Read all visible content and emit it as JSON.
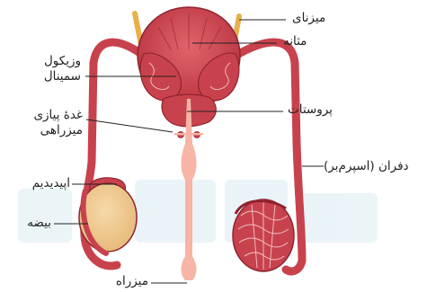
{
  "labels": {
    "ureter": "میزنای",
    "bladder": "مثانه",
    "seminal_vesicle": "وزیکول سمینال",
    "bulbourethral_gland": "غدهٔ پیازی میزراهی",
    "prostate": "پروستات",
    "epididymis": "اپیدیدیم",
    "vas_deferens": "دفران (اسپرم‌بر)",
    "testis": "بیضه",
    "urethra": "میزراه"
  },
  "colors": {
    "organ_red": "#c8424d",
    "organ_dark": "#8e2430",
    "urethra_pink": "#f8b4a6",
    "testis_tan": "#f0cc94",
    "ureter_gold": "#e8b04a",
    "leader": "#222222",
    "watermark": "#5aa9c9"
  }
}
